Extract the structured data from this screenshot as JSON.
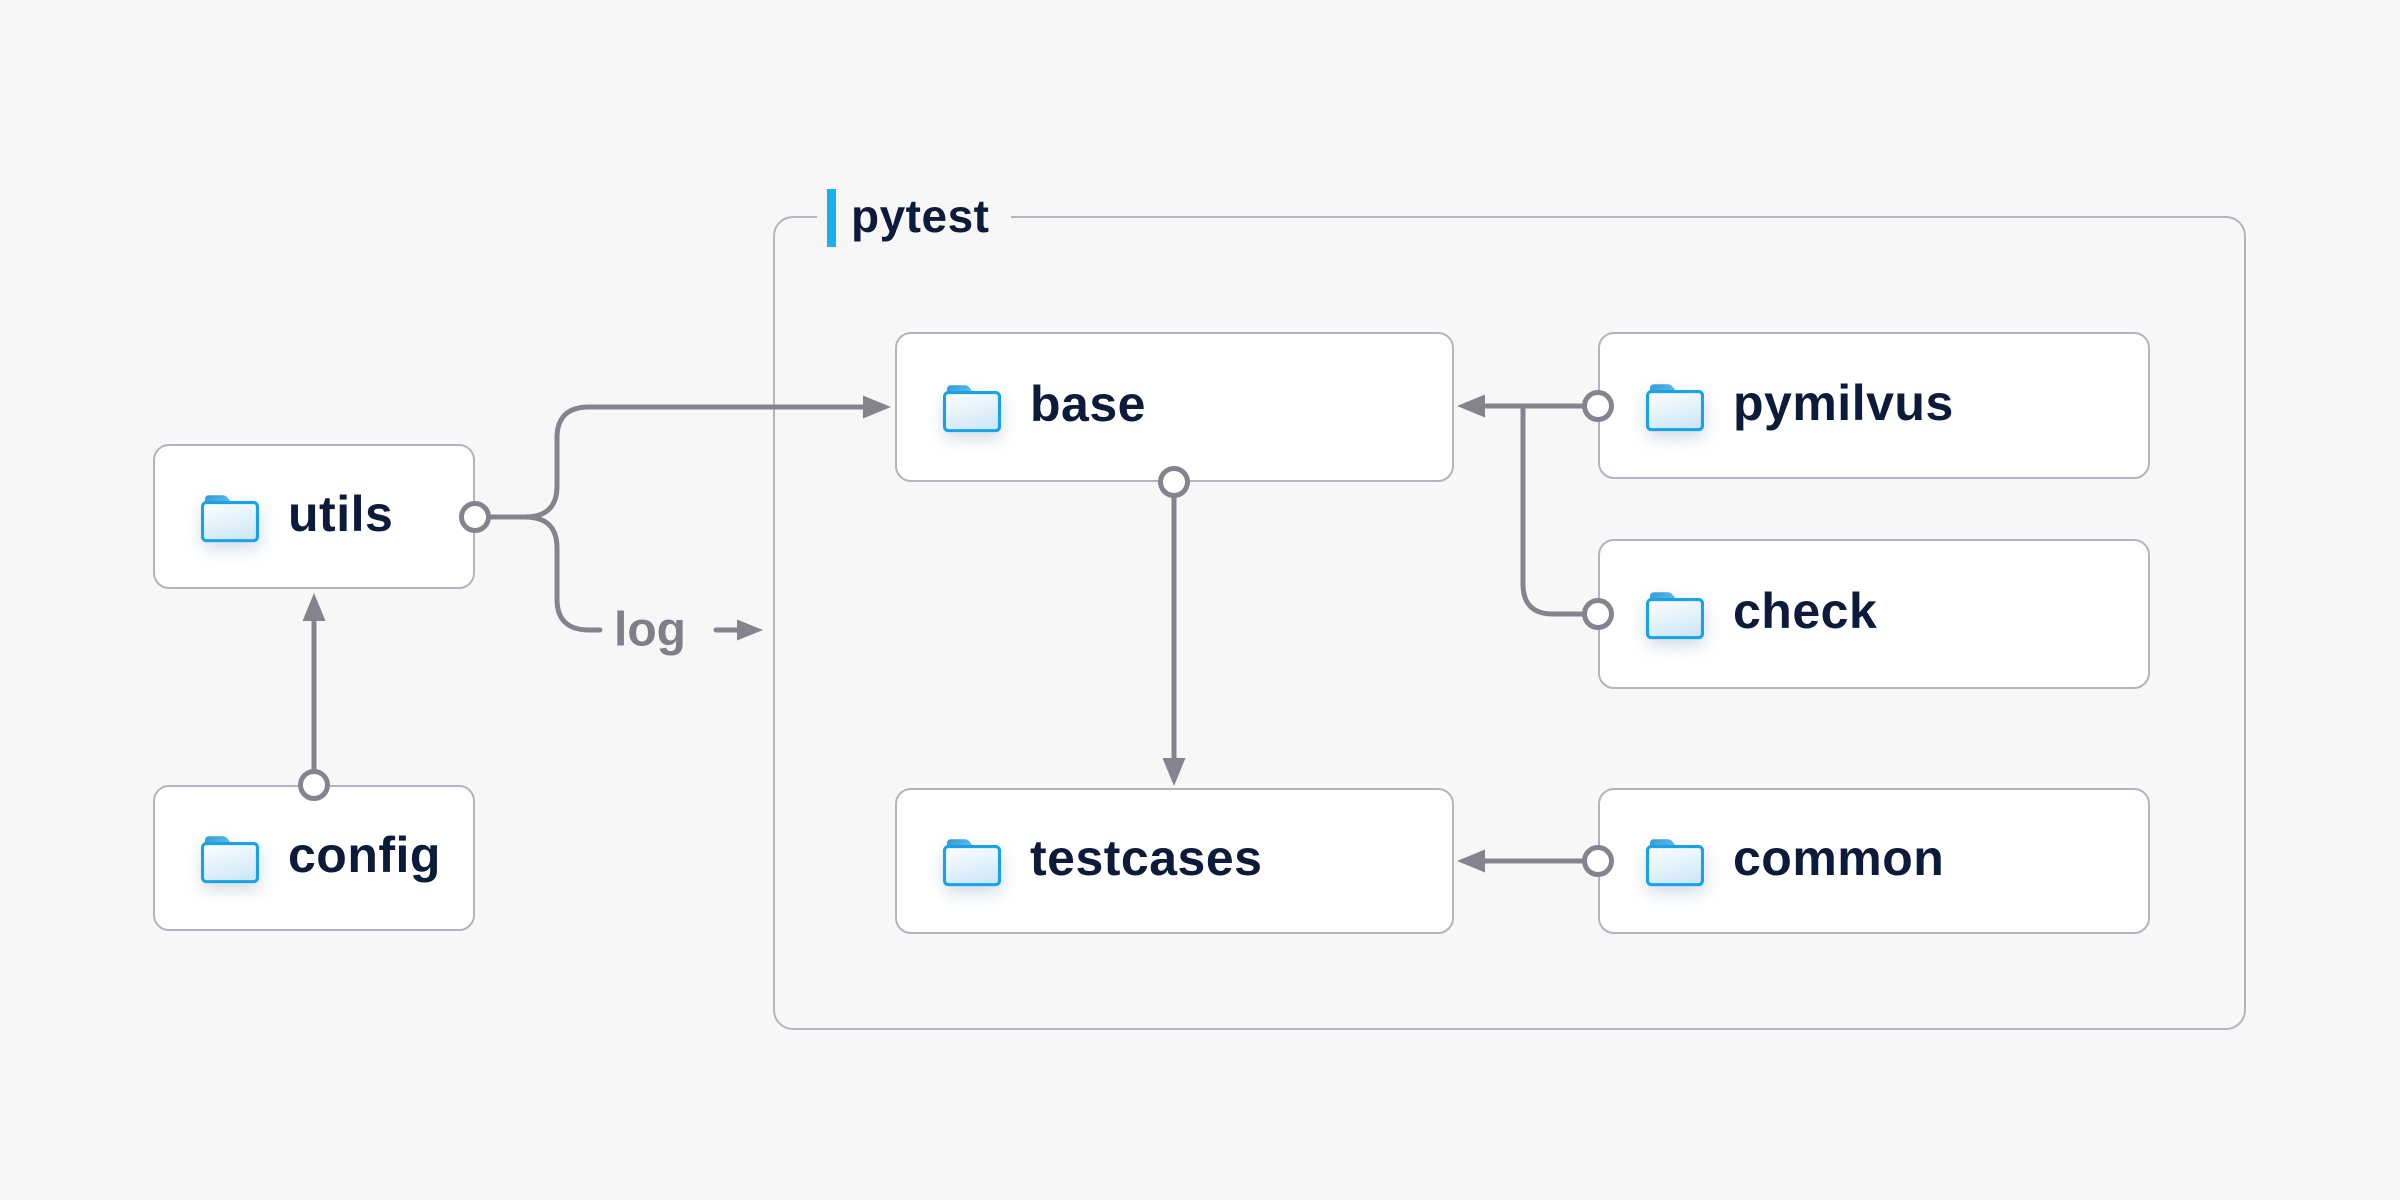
{
  "diagram": {
    "container_label": "pytest",
    "edge_label": "log",
    "nodes": {
      "utils": {
        "label": "utils",
        "icon": "folder-icon"
      },
      "config": {
        "label": "config",
        "icon": "folder-icon"
      },
      "base": {
        "label": "base",
        "icon": "folder-icon"
      },
      "pymilvus": {
        "label": "pymilvus",
        "icon": "folder-icon"
      },
      "check": {
        "label": "check",
        "icon": "folder-icon"
      },
      "testcases": {
        "label": "testcases",
        "icon": "folder-icon"
      },
      "common": {
        "label": "common",
        "icon": "folder-icon"
      }
    },
    "edges": [
      {
        "from": "config",
        "to": "utils"
      },
      {
        "from": "utils",
        "to": "base"
      },
      {
        "from": "utils",
        "to": "log",
        "label": "log"
      },
      {
        "from": "pymilvus",
        "to": "base"
      },
      {
        "from": "check",
        "to": "base"
      },
      {
        "from": "base",
        "to": "testcases"
      },
      {
        "from": "common",
        "to": "testcases"
      }
    ],
    "colors": {
      "background": "#f7f7f8",
      "node_background": "#ffffff",
      "node_border": "#b4b4bf",
      "group_border": "#b4b4bf",
      "wire": "#84848e",
      "node_text": "#0d1b3a",
      "edge_label_text": "#7f7f8a",
      "accent_bar": "#17b1f0",
      "folder_stroke": "#18a3e8"
    }
  }
}
